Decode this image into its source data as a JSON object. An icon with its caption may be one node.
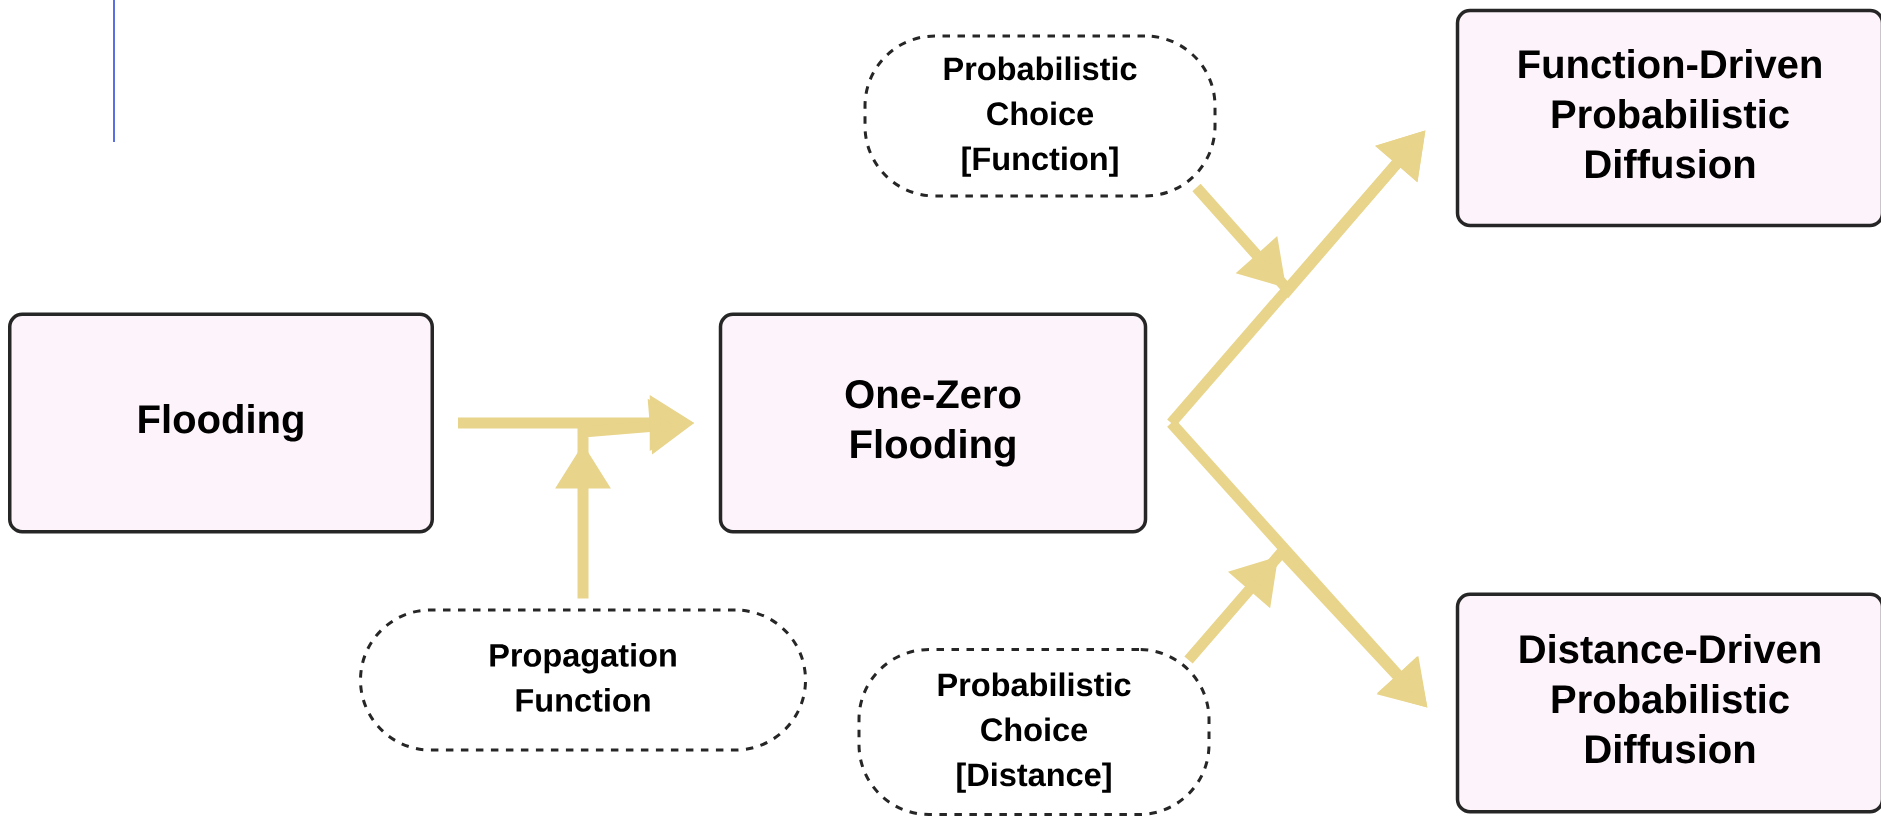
{
  "diagram": {
    "nodes": [
      {
        "text": [
          "Flooding"
        ]
      },
      {
        "text": [
          "One-Zero Flooding"
        ]
      },
      {
        "text": [
          "Probabilistic Choice [Function]"
        ]
      },
      {
        "text": [
          "Function-Driven Probabilistic Diffusion"
        ]
      },
      {
        "text": [
          "Propagation Function"
        ]
      },
      {
        "text": [
          "Probabilistic Choice [Distance]"
        ]
      },
      {
        "text": [
          "Distance-Driven Probabilistic Diffusion"
        ]
      }
    ],
    "edges": [
      {
        "from": 0,
        "to": 1,
        "arrow": "to"
      },
      {
        "from": 4,
        "to": 1,
        "arrow": "to"
      },
      {
        "from": 1,
        "to": 3,
        "arrow": "to"
      },
      {
        "from": 1,
        "to": 6,
        "arrow": "to"
      },
      {
        "from": 2,
        "to": 3,
        "arrow": "to"
      },
      {
        "from": 5,
        "to": 6,
        "arrow": "to"
      }
    ]
  }
}
